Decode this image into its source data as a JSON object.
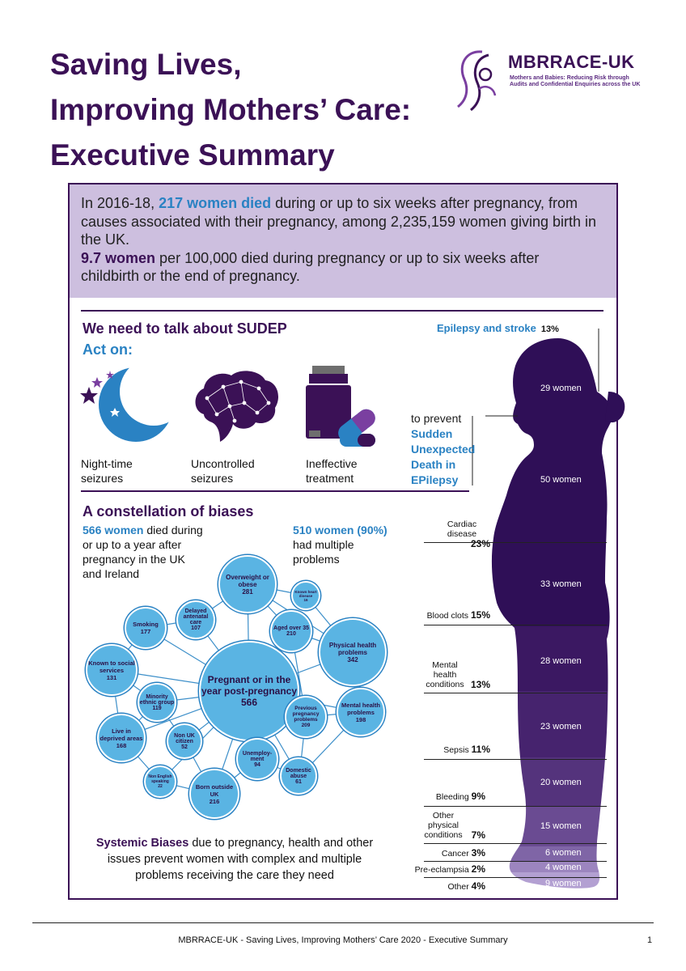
{
  "title": {
    "line1": "Saving Lives,",
    "line2": "Improving Mothers’ Care:",
    "line3": "Executive Summary"
  },
  "logo": {
    "name": "MBRRACE-UK",
    "tagline": "Mothers and Babies: Reducing Risk through Audits and Confidential Enquiries across the UK"
  },
  "intro": {
    "p1_start": "In 2016-18,",
    "p1_highlight": "217 women died",
    "p1_end": "during or up to six weeks after pregnancy, from causes associated with their pregnancy, among 2,235,159 women giving birth in the UK.",
    "p2_highlight": "9.7 women",
    "p2_end": "per 100,000 died during pregnancy or up to six weeks after childbirth or the end of pregnancy."
  },
  "sudep": {
    "heading": "We need to talk about SUDEP",
    "act_on": "Act on:",
    "items": [
      {
        "line1": "Night-time",
        "line2": "seizures"
      },
      {
        "line1": "Uncontrolled",
        "line2": "seizures"
      },
      {
        "line1": "Ineffective",
        "line2": "treatment"
      }
    ],
    "prevent": "to prevent",
    "prevent_bold": [
      "Sudden",
      "Unexpected",
      "Death in",
      "EPilepsy"
    ]
  },
  "biases": {
    "heading": "A constellation of biases",
    "left_highlight": "566 women",
    "left_text": [
      "died during",
      "or up to a year after",
      "pregnancy in the UK",
      "and Ireland"
    ],
    "right_highlight": "510 women (90%)",
    "right_text": [
      "had multiple",
      "problems"
    ],
    "bubbles": [
      {
        "label": "Pregnant or in the year post-pregnancy",
        "value": "566"
      },
      {
        "label": "Overweight or obese",
        "value": "281"
      },
      {
        "label": "Known heart disease",
        "value": "16"
      },
      {
        "label": "Delayed antenatal care",
        "value": "107"
      },
      {
        "label": "Smoking",
        "value": "177"
      },
      {
        "label": "Aged over 35",
        "value": "210"
      },
      {
        "label": "Physical health problems",
        "value": "342"
      },
      {
        "label": "Known to social services",
        "value": "131"
      },
      {
        "label": "Minority ethnic group",
        "value": "119"
      },
      {
        "label": "Previous pregnancy problems",
        "value": "209"
      },
      {
        "label": "Mental health problems",
        "value": "198"
      },
      {
        "label": "Live in deprived areas",
        "value": "168"
      },
      {
        "label": "Non UK citizen",
        "value": "52"
      },
      {
        "label": "Unemploy-ment",
        "value": "94"
      },
      {
        "label": "Domestic abuse",
        "value": "61"
      },
      {
        "label": "Non English speaking",
        "value": "22"
      },
      {
        "label": "Born outside UK",
        "value": "216"
      }
    ],
    "systemic_bold": "Systemic Biases",
    "systemic_line1": "due to pregnancy, health and other",
    "systemic_line2": "issues prevent women with complex and multiple",
    "systemic_line3": "problems receiving the care they need"
  },
  "causes": [
    {
      "label": "Epilepsy and stroke",
      "pct": "13%",
      "women": "29 women"
    },
    {
      "label": "Cardiac disease",
      "pct": "23%",
      "women": "50 women"
    },
    {
      "label": "",
      "pct": "",
      "women": "33 women"
    },
    {
      "label": "Blood clots",
      "pct": "15%",
      "women": ""
    },
    {
      "label": "Mental health conditions",
      "pct": "13%",
      "women": "28 women"
    },
    {
      "label": "Sepsis",
      "pct": "11%",
      "women": "23 women"
    },
    {
      "label": "Bleeding",
      "pct": "9%",
      "women": "20 women"
    },
    {
      "label": "Other physical conditions",
      "pct": "7%",
      "women": "15 women"
    },
    {
      "label": "Cancer",
      "pct": "3%",
      "women": "6 women"
    },
    {
      "label": "Pre-eclampsia",
      "pct": "2%",
      "women": "4 women"
    },
    {
      "label": "Other",
      "pct": "4%",
      "women": "9 women"
    }
  ],
  "footer": {
    "text": "MBRRACE-UK - Saving Lives, Improving Mothers’ Care 2020 - Executive Summary",
    "page": "1"
  },
  "colors": {
    "purple": "#3b1156",
    "blue": "#2a82c3",
    "lavender": "#cdbfdf",
    "bubble": "#5ab4e3"
  }
}
